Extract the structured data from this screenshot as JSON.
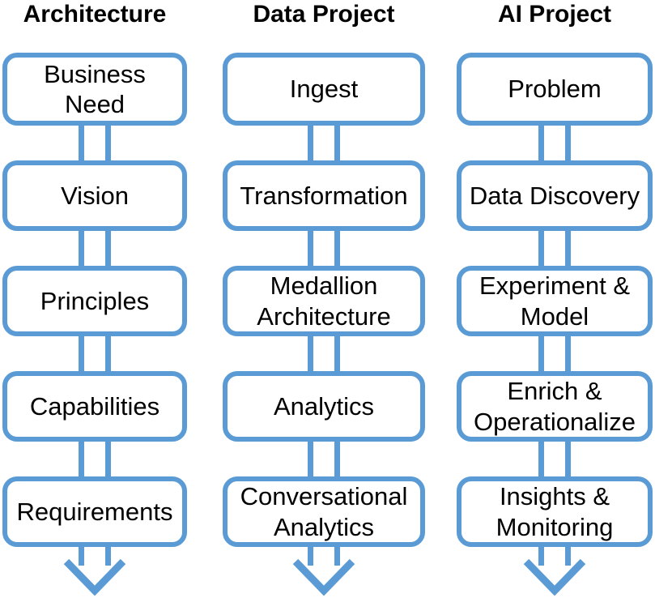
{
  "diagram": {
    "accent_color": "#5B9BD5",
    "text_color": "#000000",
    "background_color": "#FFFFFF",
    "columns": [
      {
        "title": "Architecture",
        "steps": [
          "Business\nNeed",
          "Vision",
          "Principles",
          "Capabilities",
          "Requirements"
        ]
      },
      {
        "title": "Data Project",
        "steps": [
          "Ingest",
          "Transformation",
          "Medallion\nArchitecture",
          "Analytics",
          "Conversational\nAnalytics"
        ]
      },
      {
        "title": "AI Project",
        "steps": [
          "Problem",
          "Data Discovery",
          "Experiment &\nModel",
          "Enrich &\nOperationalize",
          "Insights &\nMonitoring"
        ]
      }
    ]
  }
}
